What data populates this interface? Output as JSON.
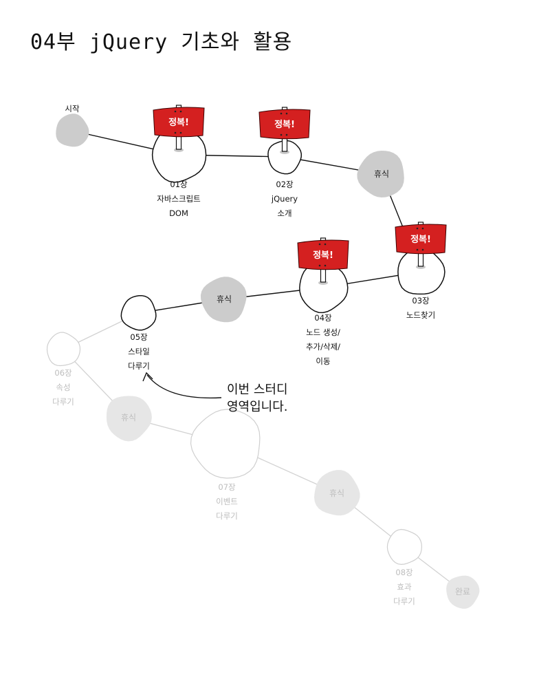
{
  "title": "04부 jQuery 기초와 활용",
  "flag_text": "정복!",
  "nodes": {
    "start": {
      "lines": [
        "시작"
      ]
    },
    "ch01": {
      "lines": [
        "01장",
        "자바스크립트",
        "DOM"
      ]
    },
    "ch02": {
      "lines": [
        "02장",
        "jQuery",
        "소개"
      ]
    },
    "rest1": {
      "lines": [
        "휴식"
      ]
    },
    "ch03": {
      "lines": [
        "03장",
        "노드찾기"
      ]
    },
    "ch04": {
      "lines": [
        "04장",
        "노드 생성/",
        "추가/삭제/",
        "이동"
      ]
    },
    "rest2": {
      "lines": [
        "휴식"
      ]
    },
    "ch05": {
      "lines": [
        "05장",
        "스타일",
        "다루기"
      ]
    },
    "ch06": {
      "lines": [
        "06장",
        "속성",
        "다루기"
      ]
    },
    "rest3": {
      "lines": [
        "휴식"
      ]
    },
    "ch07": {
      "lines": [
        "07장",
        "이벤트",
        "다루기"
      ]
    },
    "rest4": {
      "lines": [
        "휴식"
      ]
    },
    "ch08": {
      "lines": [
        "08장",
        "효과",
        "다루기"
      ]
    },
    "finish": {
      "lines": [
        "완료"
      ]
    }
  },
  "annotation": {
    "lines": [
      "이번 스터디",
      "영역입니다."
    ]
  },
  "colors": {
    "flag_red": "#d42020",
    "gray_fill": "#cccccc",
    "faded_fill": "#e6e6e6",
    "faded_text": "#bdbdbd",
    "ink": "#111111"
  }
}
